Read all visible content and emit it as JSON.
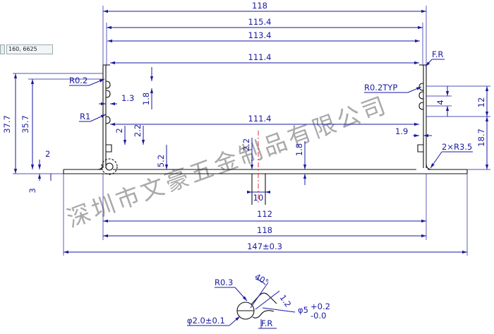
{
  "coordinate_readout": "160, 6625",
  "watermark": "深圳市文豪五金制品有限公司",
  "dims": {
    "w118_top": "118",
    "w115_4": "115.4",
    "w113_4": "113.4",
    "w111_4_top": "111.4",
    "w111_4_mid": "111.4",
    "w112": "112",
    "w118_bottom": "118",
    "w147": "147±0.3",
    "w10": "10",
    "w1_3": "1.3",
    "w1_9": "1.9",
    "h37_7": "37.7",
    "h35_7": "35.7",
    "h2_left": "2",
    "h3": "3",
    "h1_8_left": "1.8",
    "h2_a": "2",
    "h2_2_a": "2.2",
    "h5_2": "5.2",
    "h2_2_b": "2.2",
    "h1_8_mid": "1.8",
    "h4": "4",
    "h12": "12",
    "h18_7": "18.7",
    "r0_2": "R0.2",
    "r1": "R1",
    "fr_top": "F.R",
    "r0_2typ": "R0.2TYP",
    "r3_5": "2×R3.5"
  },
  "detail": {
    "r0_3": "R0.3",
    "angle": "40°",
    "len1_2": "1.2",
    "phi2": "φ2.0±0.1",
    "phi5": "φ5",
    "tol_up": "+0.2",
    "tol_dn": "-0.0",
    "fr": "F.R"
  }
}
